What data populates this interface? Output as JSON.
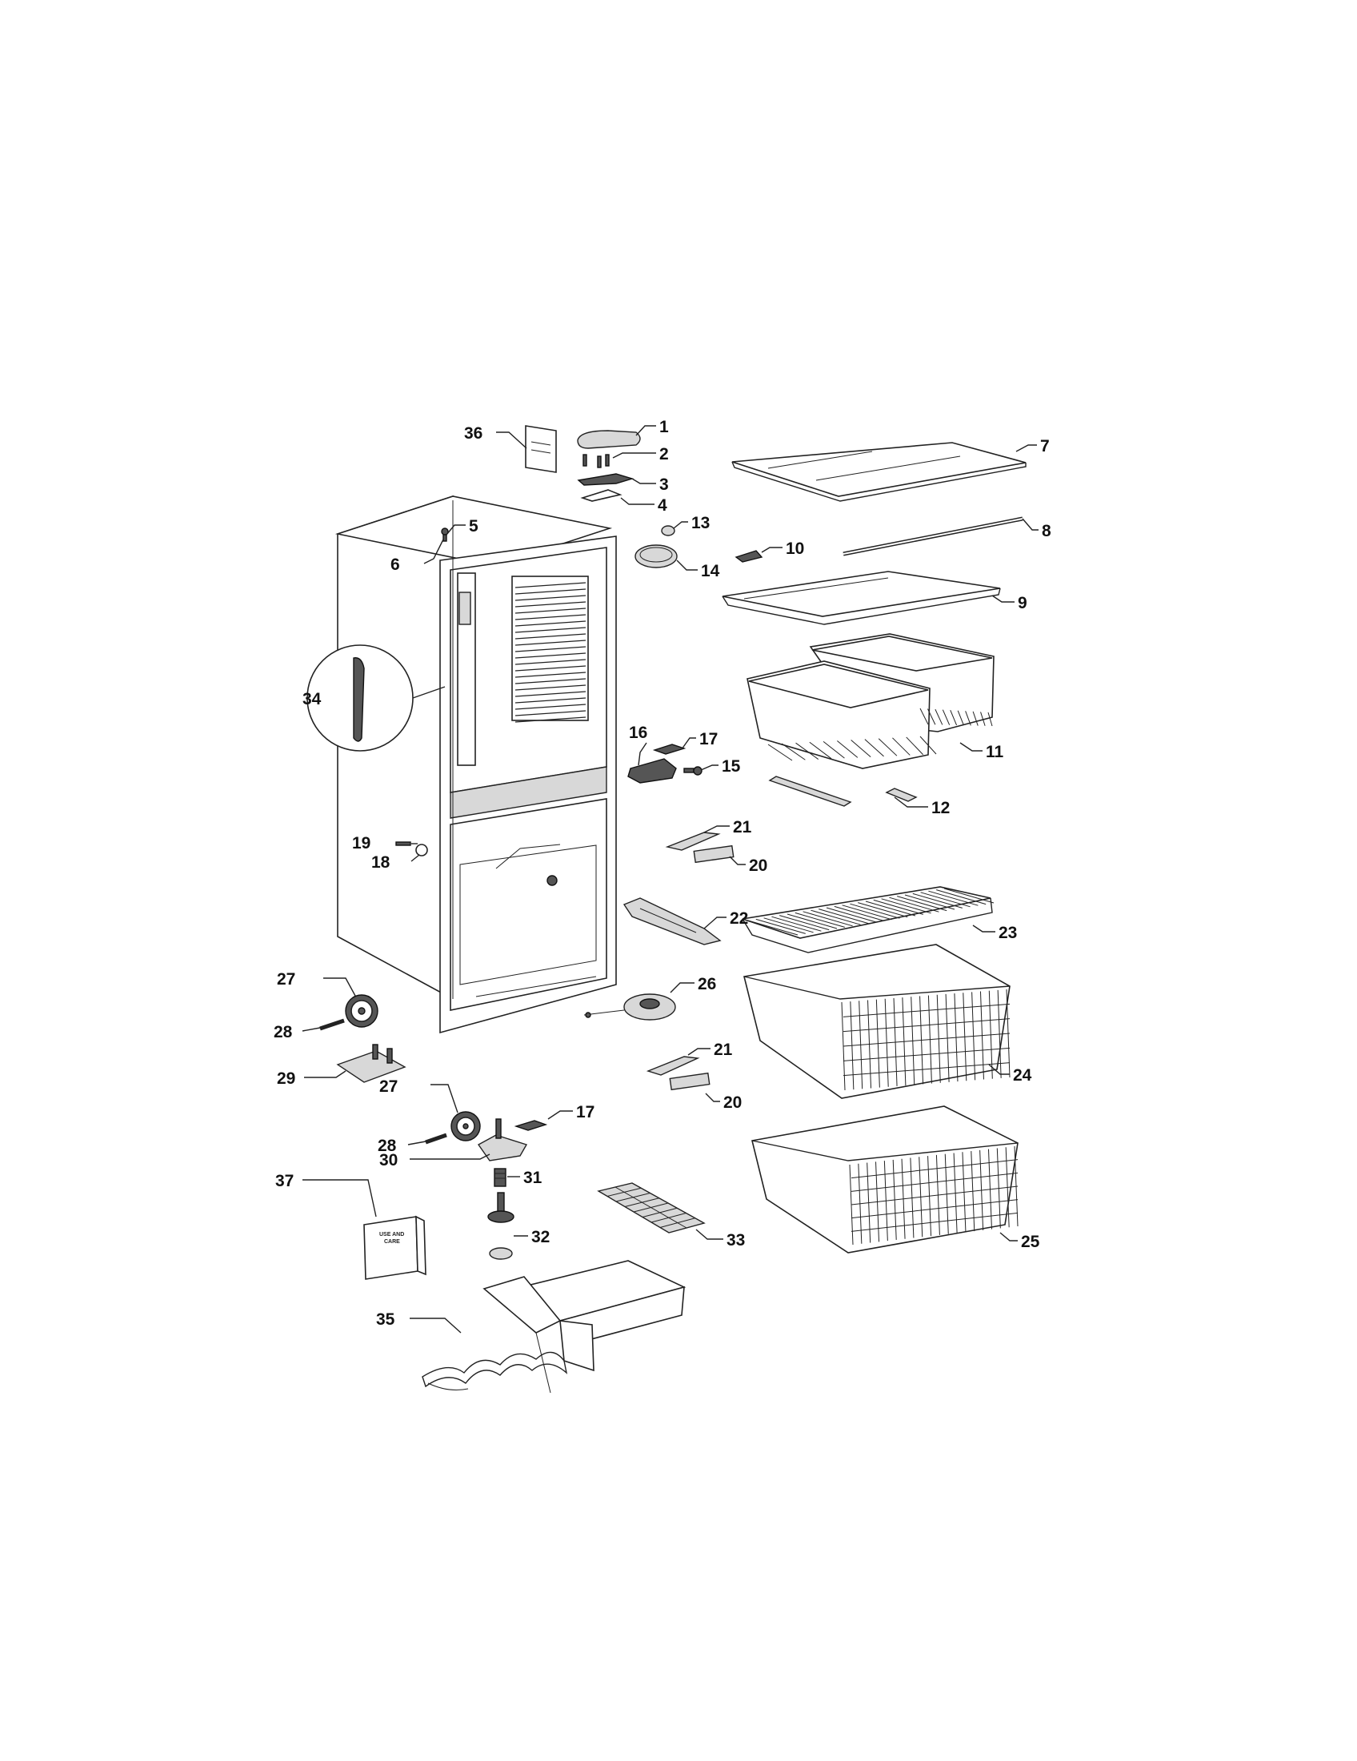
{
  "manual_title_1": "USE AND",
  "manual_title_2": "CARE",
  "callouts": [
    {
      "id": "c1",
      "label": "1"
    },
    {
      "id": "c2",
      "label": "2"
    },
    {
      "id": "c3",
      "label": "3"
    },
    {
      "id": "c4",
      "label": "4"
    },
    {
      "id": "c5",
      "label": "5"
    },
    {
      "id": "c6",
      "label": "6"
    },
    {
      "id": "c7",
      "label": "7"
    },
    {
      "id": "c8",
      "label": "8"
    },
    {
      "id": "c9",
      "label": "9"
    },
    {
      "id": "c10",
      "label": "10"
    },
    {
      "id": "c11",
      "label": "11"
    },
    {
      "id": "c12",
      "label": "12"
    },
    {
      "id": "c13",
      "label": "13"
    },
    {
      "id": "c14",
      "label": "14"
    },
    {
      "id": "c15",
      "label": "15"
    },
    {
      "id": "c16",
      "label": "16"
    },
    {
      "id": "c17a",
      "label": "17"
    },
    {
      "id": "c17b",
      "label": "17"
    },
    {
      "id": "c18",
      "label": "18"
    },
    {
      "id": "c19",
      "label": "19"
    },
    {
      "id": "c20a",
      "label": "20"
    },
    {
      "id": "c20b",
      "label": "20"
    },
    {
      "id": "c21a",
      "label": "21"
    },
    {
      "id": "c21b",
      "label": "21"
    },
    {
      "id": "c22",
      "label": "22"
    },
    {
      "id": "c23",
      "label": "23"
    },
    {
      "id": "c24",
      "label": "24"
    },
    {
      "id": "c25",
      "label": "25"
    },
    {
      "id": "c26",
      "label": "26"
    },
    {
      "id": "c27a",
      "label": "27"
    },
    {
      "id": "c27b",
      "label": "27"
    },
    {
      "id": "c28a",
      "label": "28"
    },
    {
      "id": "c28b",
      "label": "28"
    },
    {
      "id": "c29",
      "label": "29"
    },
    {
      "id": "c30",
      "label": "30"
    },
    {
      "id": "c31",
      "label": "31"
    },
    {
      "id": "c32",
      "label": "32"
    },
    {
      "id": "c33",
      "label": "33"
    },
    {
      "id": "c34",
      "label": "34"
    },
    {
      "id": "c35",
      "label": "35"
    },
    {
      "id": "c36",
      "label": "36"
    },
    {
      "id": "c37",
      "label": "37"
    }
  ]
}
